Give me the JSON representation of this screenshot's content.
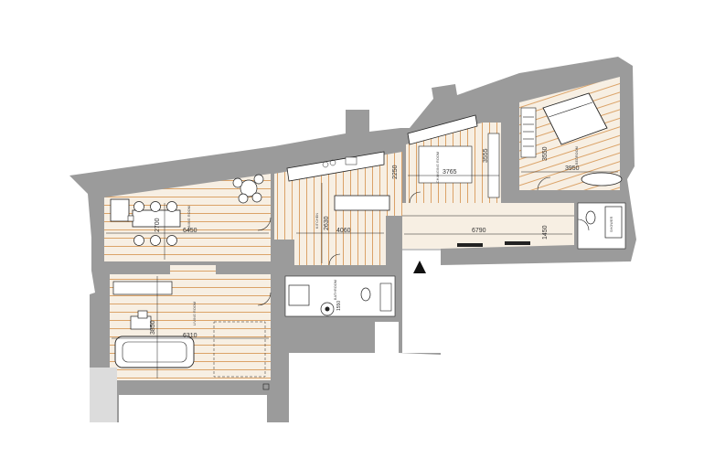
{
  "colors": {
    "wall": "#9b9b9b",
    "wall_dark": "#7d7d7d",
    "floor": "#f7efe3",
    "plank": "#d89a5a",
    "fixture": "#ffffff",
    "line": "#222222"
  },
  "rooms": [
    {
      "id": "dining-room",
      "label": "DINING ROOM",
      "dimension": "6450"
    },
    {
      "id": "kitchen",
      "label": "KITCHEN",
      "dimension": "4060"
    },
    {
      "id": "living-room",
      "label": "LIVING ROOM",
      "dimension": "6310"
    },
    {
      "id": "changing-room",
      "label": "CHANGING ROOM",
      "dimension": "3765"
    },
    {
      "id": "bedroom",
      "label": "BEDROOM",
      "dimension": "3950"
    },
    {
      "id": "corridor",
      "label": "",
      "dimension": "6790"
    },
    {
      "id": "bathroom",
      "label": "BATHROOM",
      "dimension": "1550"
    },
    {
      "id": "shower",
      "label": "SHOWER",
      "dimension": ""
    }
  ],
  "dimensions": {
    "dining_height": "2700",
    "kitchen_height": "2630",
    "living_height": "3850",
    "changing_height": "2250",
    "changing_side": "3555",
    "bedroom_height": "3550",
    "corridor_width": "1450"
  },
  "icons": {
    "entrance": "entrance-arrow-icon",
    "door": "door-swing-icon"
  }
}
